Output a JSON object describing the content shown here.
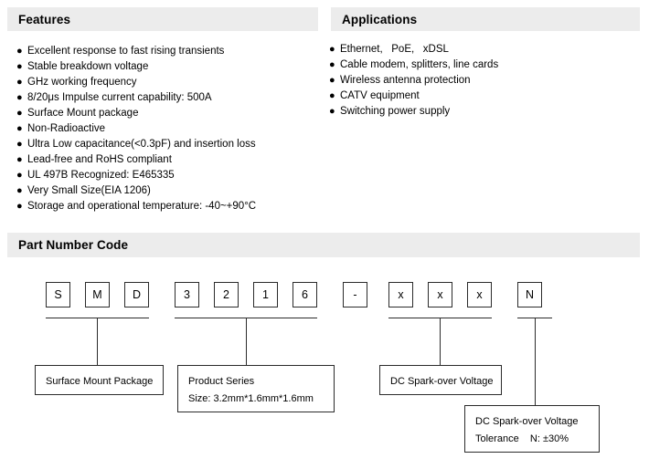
{
  "sections": {
    "features": {
      "title": "Features",
      "bullet_glyph": "●",
      "items": [
        "Excellent response to fast rising transients",
        "Stable breakdown voltage",
        "GHz working frequency",
        "8/20μs Impulse current capability: 500A",
        "Surface Mount package",
        "Non-Radioactive",
        "Ultra Low capacitance(<0.3pF) and insertion loss",
        "Lead-free and RoHS compliant",
        "UL 497B Recognized: E465335",
        "Very Small Size(EIA 1206)",
        "Storage and operational temperature: -40~+90°C"
      ]
    },
    "applications": {
      "title": "Applications",
      "bullet_glyph": "●",
      "items": [
        "Ethernet,   PoE,   xDSL",
        "Cable modem, splitters, line cards",
        "Wireless antenna protection",
        "CATV equipment",
        "Switching power supply"
      ]
    },
    "part_number_code": {
      "title": "Part Number Code",
      "characters": [
        {
          "char": "S",
          "group": "package"
        },
        {
          "char": "M",
          "group": "package"
        },
        {
          "char": "D",
          "group": "package"
        },
        {
          "char": "3",
          "group": "series"
        },
        {
          "char": "2",
          "group": "series"
        },
        {
          "char": "1",
          "group": "series"
        },
        {
          "char": "6",
          "group": "series"
        },
        {
          "char": "-",
          "group": "separator"
        },
        {
          "char": "x",
          "group": "voltage"
        },
        {
          "char": "x",
          "group": "voltage"
        },
        {
          "char": "x",
          "group": "voltage"
        },
        {
          "char": "N",
          "group": "tolerance"
        }
      ],
      "descriptions": {
        "package": {
          "line1": "Surface Mount Package"
        },
        "series": {
          "line1": "Product Series",
          "line2": "Size: 3.2mm*1.6mm*1.6mm"
        },
        "voltage": {
          "line1": "DC Spark-over Voltage"
        },
        "tolerance": {
          "line1": "DC Spark-over Voltage",
          "line2": "Tolerance    N: ±30%"
        }
      }
    }
  },
  "colors": {
    "header_bar": "#ececec",
    "line": "#2b2b2b",
    "text": "#000000",
    "background": "#ffffff"
  }
}
